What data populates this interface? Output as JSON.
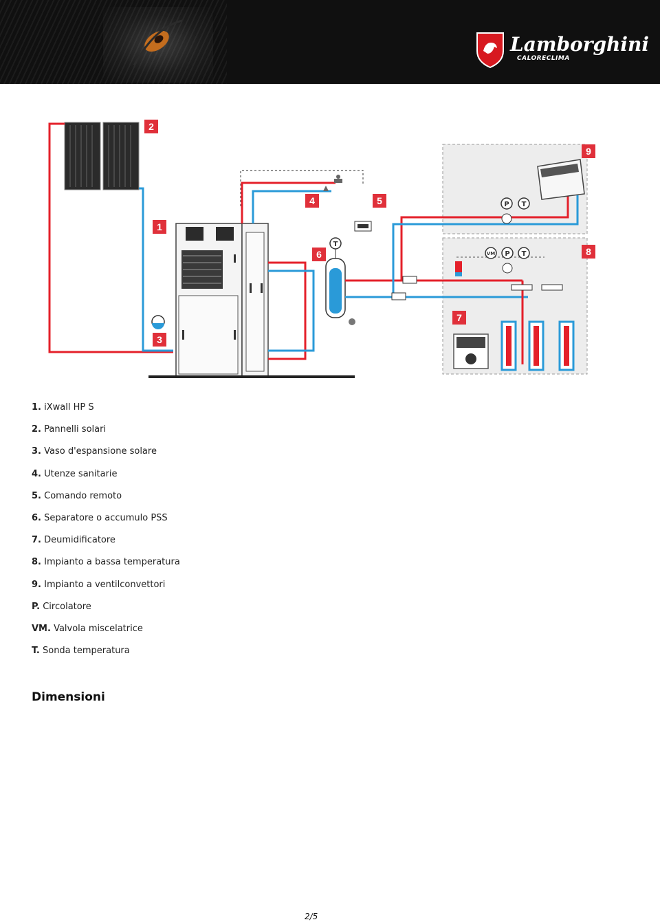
{
  "brand": {
    "name": "Lamborghini",
    "sub": "CALORECLIMA",
    "colors": {
      "shield_red": "#d71920",
      "header_bg": "#101010"
    }
  },
  "diagram": {
    "colors": {
      "hot": "#e4202a",
      "cold": "#2a9ad8",
      "badge": "#e0303a",
      "frame": "#bfbfbf"
    },
    "callouts": [
      "1",
      "2",
      "3",
      "4",
      "5",
      "6",
      "7",
      "8",
      "9"
    ],
    "gauges": [
      "P",
      "T",
      "VM"
    ]
  },
  "legend": [
    {
      "key": "1.",
      "text": "iXwall HP S"
    },
    {
      "key": "2.",
      "text": "Pannelli solari"
    },
    {
      "key": "3.",
      "text": "Vaso d'espansione solare"
    },
    {
      "key": "4.",
      "text": "Utenze sanitarie"
    },
    {
      "key": "5.",
      "text": "Comando remoto"
    },
    {
      "key": "6.",
      "text": "Separatore o accumulo PSS"
    },
    {
      "key": "7.",
      "text": "Deumidificatore"
    },
    {
      "key": "8.",
      "text": "Impianto a bassa temperatura"
    },
    {
      "key": "9.",
      "text": "Impianto a ventilconvettori"
    },
    {
      "key": "P.",
      "text": "Circolatore"
    },
    {
      "key": "VM.",
      "text": "Valvola miscelatrice"
    },
    {
      "key": "T.",
      "text": "Sonda temperatura"
    }
  ],
  "section_title": "Dimensioni",
  "page_number": "2/5"
}
